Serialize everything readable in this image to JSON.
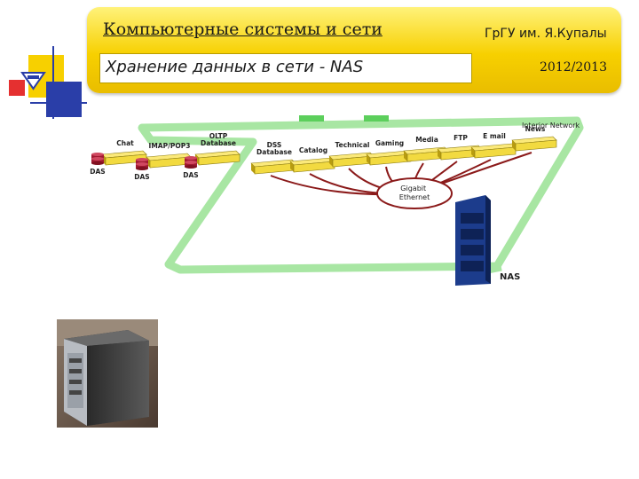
{
  "header": {
    "course_title": "Компьютерные системы и сети",
    "subtitle": "Хранение данных в сети - NAS",
    "university": "ГрГУ им. Я.Купалы",
    "year": "2012/2013"
  },
  "diagram": {
    "interior_network": "Interior Network",
    "gigabit_ethernet": [
      "Gigabit",
      "Ethernet"
    ],
    "nas": "NAS",
    "servers": [
      {
        "lines": [
          "Chat"
        ]
      },
      {
        "lines": [
          "IMAP/POP3"
        ]
      },
      {
        "lines": [
          "OLTP",
          "Database"
        ]
      },
      {
        "lines": [
          "DSS",
          "Database"
        ]
      },
      {
        "lines": [
          "Catalog"
        ]
      },
      {
        "lines": [
          "Technical"
        ]
      },
      {
        "lines": [
          "Gaming"
        ]
      },
      {
        "lines": [
          "Media"
        ]
      },
      {
        "lines": [
          "FTP"
        ]
      },
      {
        "lines": [
          "E mail"
        ]
      },
      {
        "lines": [
          "News"
        ]
      }
    ],
    "das_units": [
      "DAS",
      "DAS",
      "DAS"
    ]
  },
  "colors": {
    "header_yellow": "#f7d000",
    "server_yellow": "#f2da40",
    "backbone_green": "#a8e6a3",
    "ethernet_red": "#8b1a1a",
    "nas_blue": "#1c3c8c",
    "logo_blue": "#2a3ea8"
  }
}
